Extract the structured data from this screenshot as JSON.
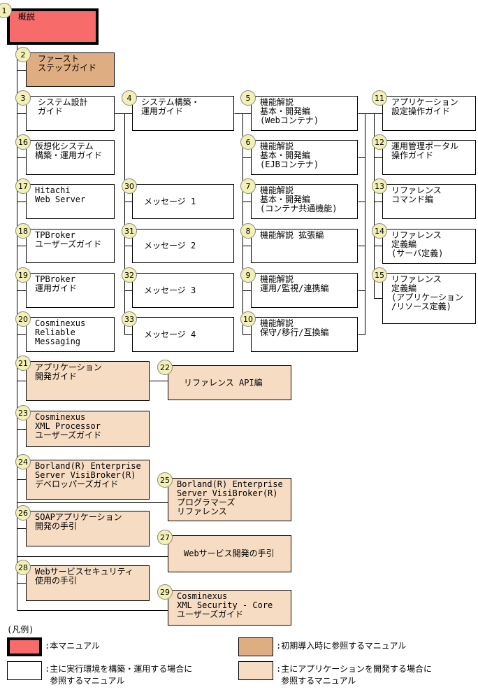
{
  "colors": {
    "overview": "#f76b6b",
    "initial": "#deae82",
    "operation": "#ffffff",
    "development": "#f7dcc4",
    "badge": "#f2f0b4"
  },
  "nodes": [
    {
      "id": "1",
      "label": "概説",
      "type": "overview"
    },
    {
      "id": "2",
      "label": "ファースト\nステップガイド",
      "type": "initial"
    },
    {
      "id": "3",
      "label": "システム設計\nガイド",
      "type": "operation"
    },
    {
      "id": "4",
      "label": "システム構築・\n運用ガイド",
      "type": "operation"
    },
    {
      "id": "5",
      "label": "機能解説\n基本・開発編\n(Webコンテナ)",
      "type": "operation"
    },
    {
      "id": "6",
      "label": "機能解説\n基本・開発編\n(EJBコンテナ)",
      "type": "operation"
    },
    {
      "id": "7",
      "label": "機能解説\n基本・開発編\n(コンテナ共通機能)",
      "type": "operation"
    },
    {
      "id": "8",
      "label": "機能解説 拡張編",
      "type": "operation"
    },
    {
      "id": "9",
      "label": "機能解説\n運用/監視/連携編",
      "type": "operation"
    },
    {
      "id": "10",
      "label": "機能解説\n保守/移行/互換編",
      "type": "operation"
    },
    {
      "id": "11",
      "label": "アプリケーション\n設定操作ガイド",
      "type": "operation"
    },
    {
      "id": "12",
      "label": "運用管理ポータル\n操作ガイド",
      "type": "operation"
    },
    {
      "id": "13",
      "label": "リファレンス\nコマンド編",
      "type": "operation"
    },
    {
      "id": "14",
      "label": "リファレンス\n定義編\n(サーバ定義)",
      "type": "operation"
    },
    {
      "id": "15",
      "label": "リファレンス\n定義編\n(アプリケーション\n/リソース定義)",
      "type": "operation"
    },
    {
      "id": "16",
      "label": "仮想化システム\n構築・運用ガイド",
      "type": "operation"
    },
    {
      "id": "17",
      "label": "Hitachi\nWeb Server",
      "type": "operation"
    },
    {
      "id": "18",
      "label": "TPBroker\nユーザーズガイド",
      "type": "operation"
    },
    {
      "id": "19",
      "label": "TPBroker\n運用ガイド",
      "type": "operation"
    },
    {
      "id": "20",
      "label": "Cosminexus\nReliable\nMessaging",
      "type": "operation"
    },
    {
      "id": "21",
      "label": "アプリケーション\n開発ガイド",
      "type": "development"
    },
    {
      "id": "22",
      "label": "リファレンス API編",
      "type": "development"
    },
    {
      "id": "23",
      "label": "Cosminexus\nXML Processor\nユーザーズガイド",
      "type": "development"
    },
    {
      "id": "24",
      "label": "Borland(R) Enterprise\nServer VisiBroker(R)\nデベロッパーズガイド",
      "type": "development"
    },
    {
      "id": "25",
      "label": "Borland(R) Enterprise\nServer VisiBroker(R)\nプログラマーズ\nリファレンス",
      "type": "development"
    },
    {
      "id": "26",
      "label": "SOAPアプリケーション\n開発の手引",
      "type": "development"
    },
    {
      "id": "27",
      "label": "Webサービス開発の手引",
      "type": "development"
    },
    {
      "id": "28",
      "label": "Webサービスセキュリティ\n使用の手引",
      "type": "development"
    },
    {
      "id": "29",
      "label": "Cosminexus\nXML Security - Core\nユーザーズガイド",
      "type": "development"
    },
    {
      "id": "30",
      "label": "メッセージ 1",
      "type": "operation"
    },
    {
      "id": "31",
      "label": "メッセージ 2",
      "type": "operation"
    },
    {
      "id": "32",
      "label": "メッセージ 3",
      "type": "operation"
    },
    {
      "id": "33",
      "label": "メッセージ 4",
      "type": "operation"
    }
  ],
  "legend": {
    "title": "(凡例)",
    "items": [
      {
        "type": "overview",
        "text": ":本マニュアル"
      },
      {
        "type": "initial",
        "text": ":初期導入時に参照するマニュアル"
      },
      {
        "type": "operation",
        "text": ":主に実行環境を構築・運用する場合に\n 参照するマニュアル"
      },
      {
        "type": "development",
        "text": ":主にアプリケーションを開発する場合に\n 参照するマニュアル"
      }
    ]
  }
}
